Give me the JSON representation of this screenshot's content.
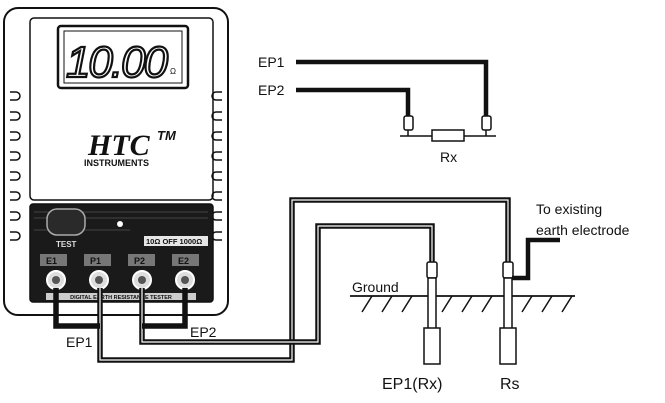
{
  "meter": {
    "display_reading": "10.00",
    "display_unit": "Ω",
    "brand": "HTC",
    "brand_tm": "TM",
    "brand_sub": "INSTRUMENTS",
    "test_label": "TEST",
    "range_label": "10Ω OFF 1000Ω",
    "terminals": [
      "E1",
      "P1",
      "P2",
      "E2"
    ],
    "panel_caption": "DIGITAL EARTH RESISTANCE TESTER"
  },
  "labels": {
    "ep1_top": "EP1",
    "ep2_top": "EP2",
    "rx": "Rx",
    "existing_line1": "To existing",
    "existing_line2": "earth electrode",
    "ground": "Ground",
    "ep1_lower": "EP1",
    "ep2_lower": "EP2",
    "ep1_rx": "EP1(Rx)",
    "rs": "Rs"
  },
  "colors": {
    "ink": "#111111",
    "display_bg": "#ffffff",
    "panel_dark": "#1a1a1a",
    "panel_mid": "#555555"
  }
}
